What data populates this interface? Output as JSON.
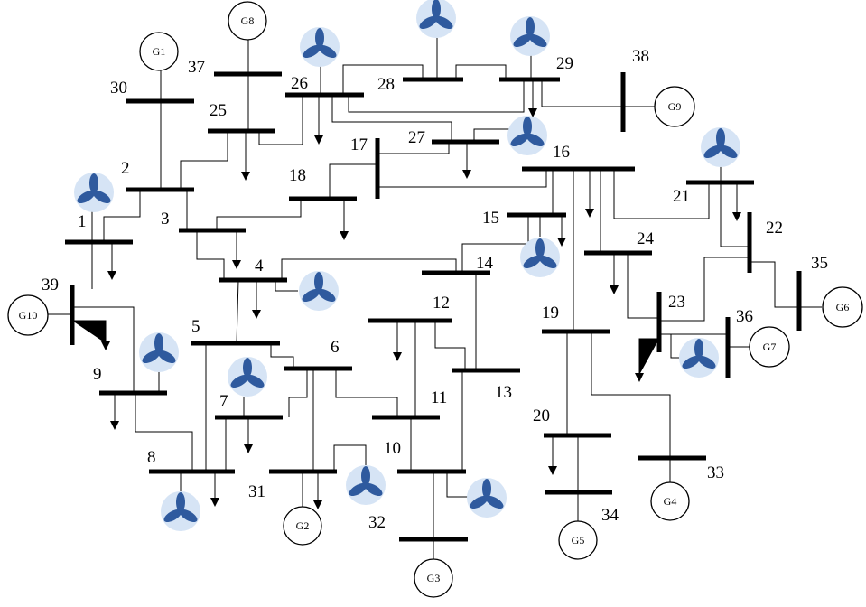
{
  "diagram": {
    "buses": [
      "1",
      "2",
      "3",
      "4",
      "5",
      "6",
      "7",
      "8",
      "9",
      "10",
      "11",
      "12",
      "13",
      "14",
      "15",
      "16",
      "17",
      "18",
      "19",
      "20",
      "21",
      "22",
      "23",
      "24",
      "25",
      "26",
      "27",
      "28",
      "29",
      "30",
      "31",
      "32",
      "33",
      "34",
      "35",
      "36",
      "37",
      "38",
      "39"
    ],
    "generators": [
      "G1",
      "G2",
      "G3",
      "G4",
      "G5",
      "G6",
      "G7",
      "G8",
      "G9",
      "G10"
    ]
  }
}
